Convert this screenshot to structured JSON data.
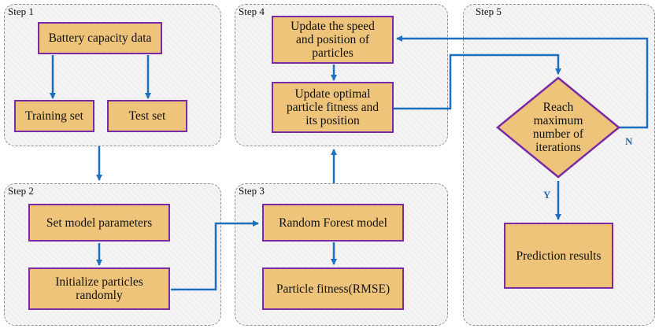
{
  "steps": {
    "step1": "Step 1",
    "step2": "Step 2",
    "step3": "Step 3",
    "step4": "Step 4",
    "step5": "Step 5"
  },
  "nodes": {
    "battery_capacity_data": "Battery capacity data",
    "training_set": "Training set",
    "test_set": "Test set",
    "set_model_parameters": "Set model parameters",
    "initialize_particles": "Initialize particles\nrandomly",
    "random_forest_model": "Random Forest model",
    "particle_fitness": "Particle fitness(RMSE)",
    "update_speed_position": "Update the speed\nand position of\nparticles",
    "update_optimal_fitness": "Update optimal\nparticle fitness and\nits position",
    "decision": "Reach\nmaximum\nnumber of\niterations",
    "prediction_results": "Prediction results"
  },
  "edge_labels": {
    "no": "N",
    "yes": "Y"
  },
  "colors": {
    "box_fill": "#eec37a",
    "box_border": "#7a2aa6",
    "arrow": "#1f6fbf",
    "panel_border": "#8f8f8f"
  }
}
